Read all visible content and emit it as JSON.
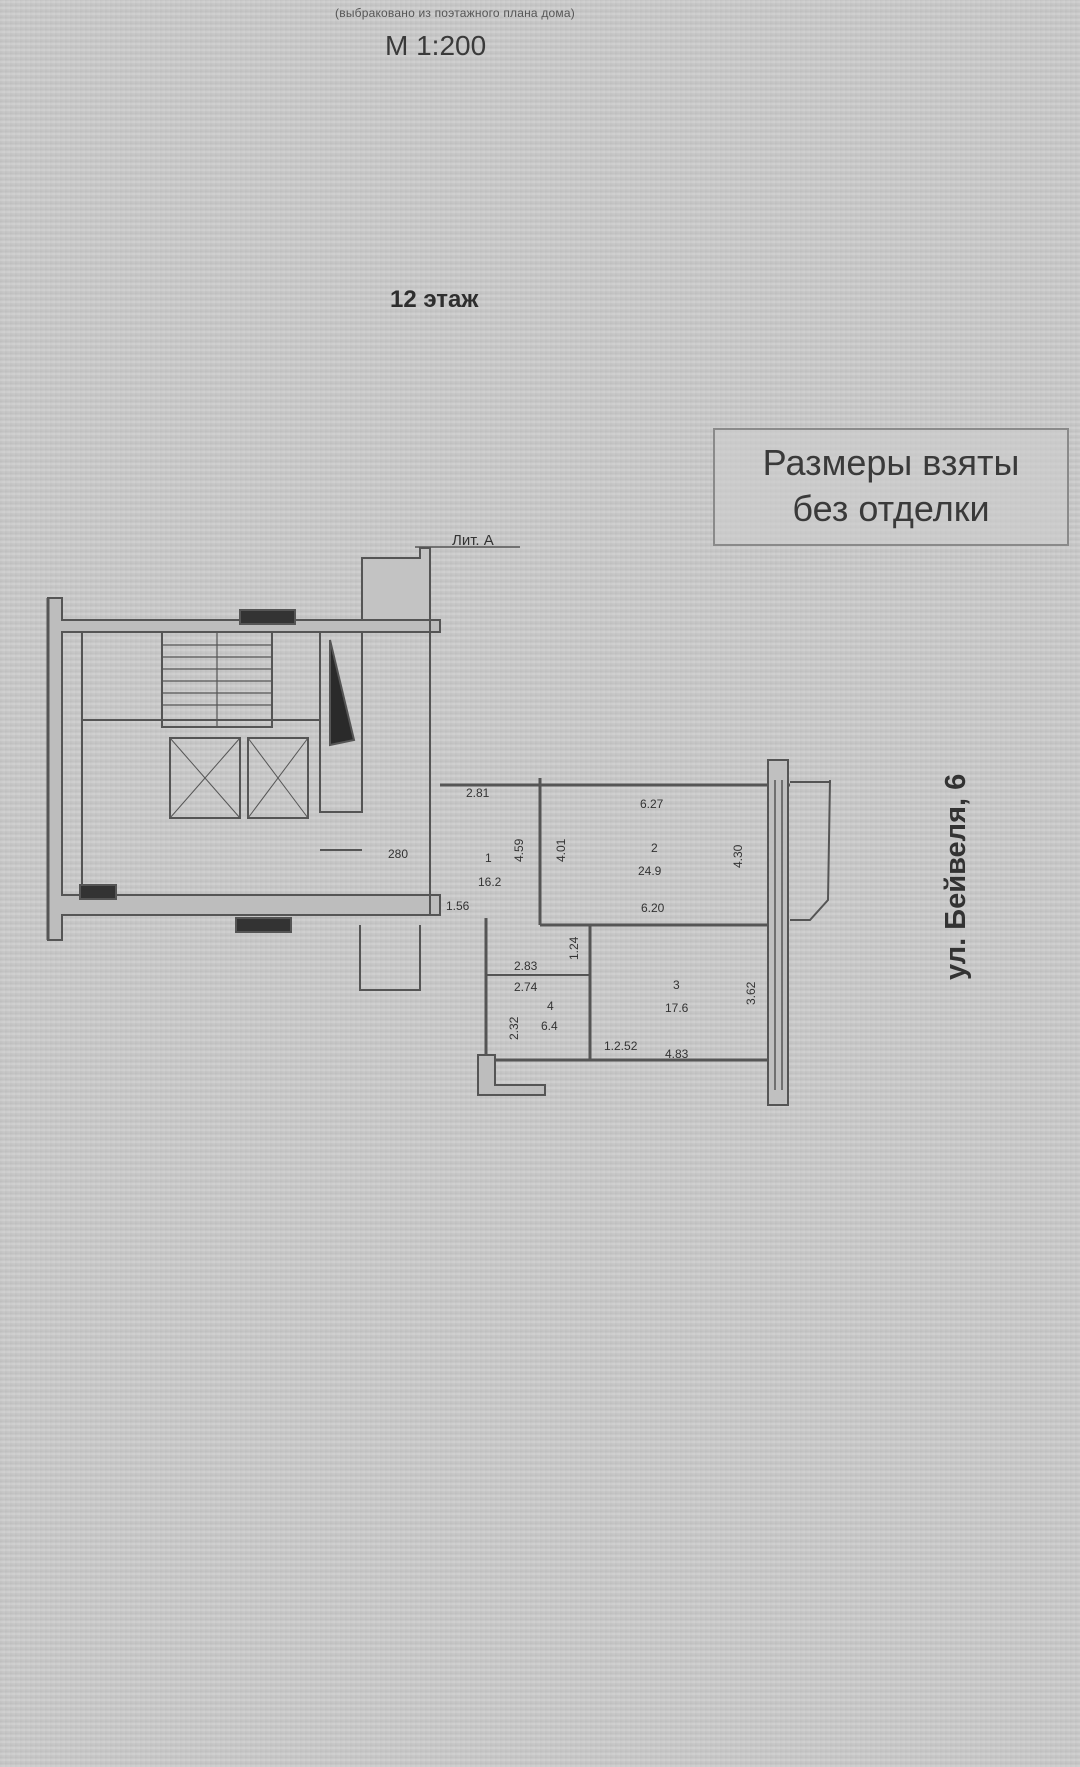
{
  "header": {
    "subtitle": "(выбраковано из поэтажного плана дома)",
    "scale": "М 1:200",
    "floor": "12 этаж"
  },
  "note": {
    "line1": "Размеры взяты",
    "line2": "без отделки"
  },
  "plan": {
    "lit_label": "Лит. А",
    "street": "ул. Бейвеля, 6",
    "rooms": [
      {
        "number": "1",
        "area": "16.2"
      },
      {
        "number": "2",
        "area": "24.9"
      },
      {
        "number": "3",
        "area": "17.6"
      },
      {
        "number": "4",
        "area": "6.4"
      }
    ],
    "dimensions": {
      "d_2_81": "2.81",
      "d_2_80": "280",
      "d_4_59": "4.59",
      "d_1_56": "1.56",
      "d_4_01": "4.01",
      "d_6_27": "6.27",
      "d_4_30": "4.30",
      "d_6_20": "6.20",
      "d_1_24": "1.24",
      "d_2_83": "2.83",
      "d_2_74": "2.74",
      "d_2_32": "2.32",
      "d_3_62": "3.62",
      "d_4_83": "4.83",
      "d_1_2_52": "1.2.52"
    }
  }
}
